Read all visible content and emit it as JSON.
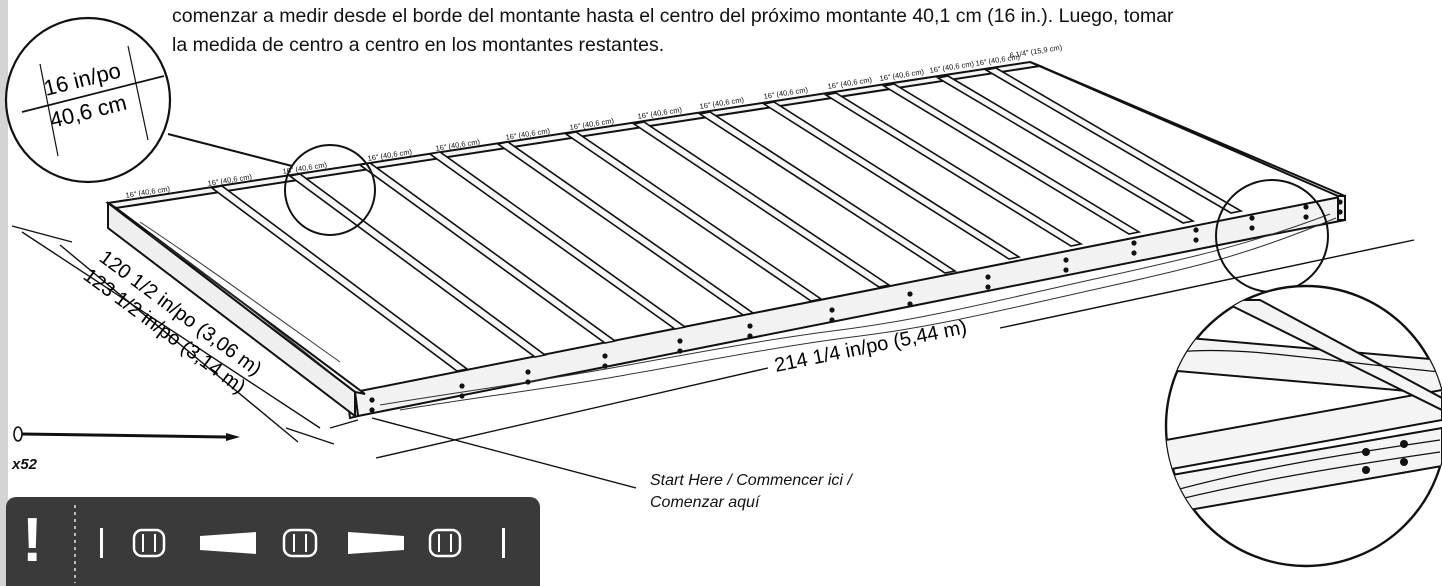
{
  "instructions": {
    "line1": "comenzar a medir desde el borde del montante hasta el centro del próximo montante 40,1 cm (16 in.). Luego, tomar",
    "line2": "la medida de centro a centro en los montantes restantes."
  },
  "callout": {
    "top": "16 in/po",
    "bottom": "40,6 cm"
  },
  "spacing_labels": [
    "16\" (40,6 cm)",
    "16\" (40,6 cm)",
    "16\" (40,6 cm)",
    "16\" (40,6 cm)",
    "16\" (40,6 cm)",
    "16\" (40,6 cm)",
    "16\" (40,6 cm)",
    "16\" (40,6 cm)",
    "16\" (40,6 cm)",
    "16\" (40,6 cm)",
    "16\" (40,6 cm)",
    "16\" (40,6 cm)",
    "16\" (40,6 cm)",
    "16\" (40,6 cm)",
    "6 1/4\" (15,9 cm)"
  ],
  "dimensions": {
    "width_inner": "120 1/2 in/po (3,06 m)",
    "width_outer": "123 1/2 in/po (3,14 m)",
    "length": "214 1/4 in/po (5,44 m)"
  },
  "nails": {
    "count": "x52"
  },
  "start_label": {
    "line1": "Start Here / Commencer ici /",
    "line2": "Comenzar aquí"
  },
  "warning": {
    "symbol": "!",
    "icon": "level-tool-icon"
  }
}
